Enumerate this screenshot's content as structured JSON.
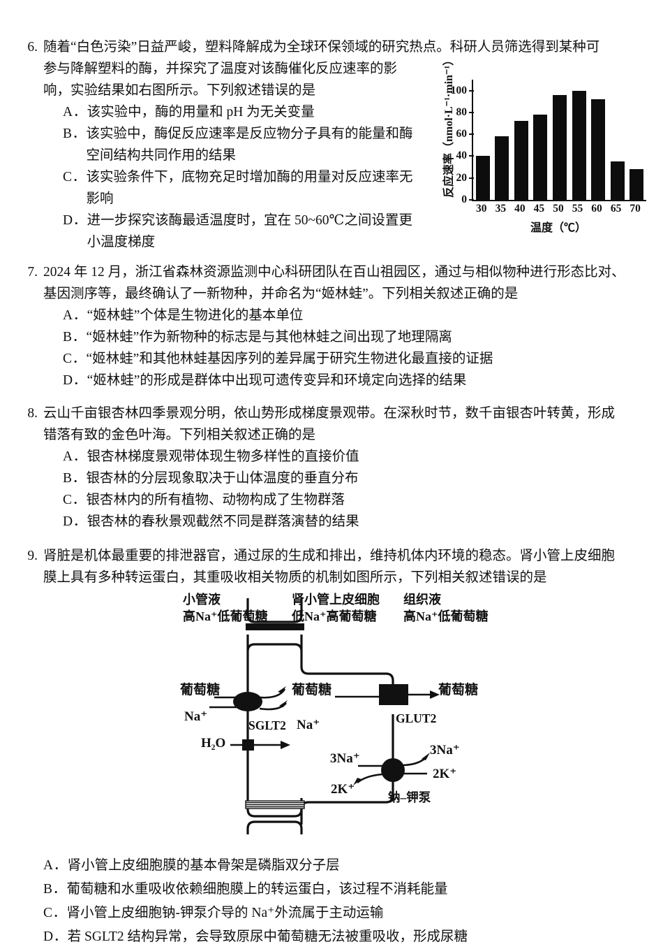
{
  "questions": [
    {
      "number": "6.",
      "stem_lines": [
        "随着“白色污染”日益严峻，塑料降解成为全球环保领域的研究热点。科研人员筛选得到某种可",
        "参与降解塑料的酶，并探究了温度对该酶催化反应速率的影",
        "响，实验结果如右图所示。下列叙述错误的是"
      ],
      "options": [
        {
          "label": "A．",
          "lines": [
            "该实验中，酶的用量和 pH 为无关变量"
          ]
        },
        {
          "label": "B．",
          "lines": [
            "该实验中，酶促反应速率是反应物分子具有的能量和酶",
            "空间结构共同作用的结果"
          ]
        },
        {
          "label": "C．",
          "lines": [
            "该实验条件下，底物充足时增加酶的用量对反应速率无",
            "影响"
          ]
        },
        {
          "label": "D．",
          "lines": [
            "进一步探究该酶最适温度时，宜在 50~60℃之间设置更",
            "小温度梯度"
          ]
        }
      ]
    },
    {
      "number": "7.",
      "stem_lines": [
        "2024 年 12 月，浙江省森林资源监测中心科研团队在百山祖园区，通过与相似物种进行形态比对、",
        "基因测序等，最终确认了一新物种，并命名为“姬林蛙”。下列相关叙述正确的是"
      ],
      "options": [
        {
          "label": "A．",
          "lines": [
            "“姬林蛙”个体是生物进化的基本单位"
          ]
        },
        {
          "label": "B．",
          "lines": [
            "“姬林蛙”作为新物种的标志是与其他林蛙之间出现了地理隔离"
          ]
        },
        {
          "label": "C．",
          "lines": [
            "“姬林蛙”和其他林蛙基因序列的差异属于研究生物进化最直接的证据"
          ]
        },
        {
          "label": "D．",
          "lines": [
            "“姬林蛙”的形成是群体中出现可遗传变异和环境定向选择的结果"
          ]
        }
      ]
    },
    {
      "number": "8.",
      "stem_lines": [
        "云山千亩银杏林四季景观分明，依山势形成梯度景观带。在深秋时节，数千亩银杏叶转黄，形成",
        "错落有致的金色叶海。下列相关叙述正确的是"
      ],
      "options": [
        {
          "label": "A．",
          "lines": [
            "银杏林梯度景观带体现生物多样性的直接价值"
          ]
        },
        {
          "label": "B．",
          "lines": [
            "银杏林的分层现象取决于山体温度的垂直分布"
          ]
        },
        {
          "label": "C．",
          "lines": [
            "银杏林内的所有植物、动物构成了生物群落"
          ]
        },
        {
          "label": "D．",
          "lines": [
            "银杏林的春秋景观截然不同是群落演替的结果"
          ]
        }
      ]
    },
    {
      "number": "9.",
      "stem_lines": [
        "肾脏是机体最重要的排泄器官，通过尿的生成和排出，维持机体内环境的稳态。肾小管上皮细胞",
        "膜上具有多种转运蛋白，其重吸收相关物质的机制如图所示，下列相关叙述错误的是"
      ],
      "options": [
        {
          "label": "A．",
          "lines": [
            "肾小管上皮细胞膜的基本骨架是磷脂双分子层"
          ]
        },
        {
          "label": "B．",
          "lines": [
            "葡萄糖和水重吸收依赖细胞膜上的转运蛋白，该过程不消耗能量"
          ]
        },
        {
          "label": "C．",
          "lines": [
            "肾小管上皮细胞钠-钾泵介导的 Na⁺外流属于主动运输"
          ]
        },
        {
          "label": "D．",
          "lines": [
            "若 SGLT2 结构异常，会导致原尿中葡萄糖无法被重吸收，形成尿糖"
          ]
        }
      ]
    }
  ],
  "chart_data": {
    "type": "bar",
    "title": "",
    "xlabel": "温度（℃）",
    "ylabel": "反应速率（nmol·L⁻¹·min⁻¹）",
    "categories": [
      "30",
      "35",
      "40",
      "45",
      "50",
      "55",
      "60",
      "65",
      "70"
    ],
    "values": [
      40,
      58,
      72,
      78,
      96,
      100,
      92,
      35,
      28
    ],
    "ylim": [
      0,
      110
    ],
    "yticks": [
      "0",
      "20",
      "40",
      "60",
      "80",
      "100"
    ],
    "grid": false,
    "legend": "none",
    "bar_color": "#0d0d0d"
  },
  "diagram": {
    "headers": {
      "left_title": "小管液",
      "left_sub": "高Na⁺低葡萄糖",
      "mid_title": "肾小管上皮细胞",
      "mid_sub": "低Na⁺高葡萄糖",
      "right_title": "组织液",
      "right_sub": "高Na⁺低葡萄糖"
    },
    "labels": {
      "glucose_out": "葡萄糖",
      "glucose_in": "葡萄糖",
      "glucose_right": "葡萄糖",
      "na_in": "Na⁺",
      "na_cyto": "Na⁺",
      "sglt2": "SGLT2",
      "glut2": "GLUT2",
      "water": "H₂O",
      "na3_in": "3Na⁺",
      "na3_out": "3Na⁺",
      "k2_in": "2K⁺",
      "k2_out": "2K⁺",
      "pump": "钠–钾泵"
    }
  }
}
